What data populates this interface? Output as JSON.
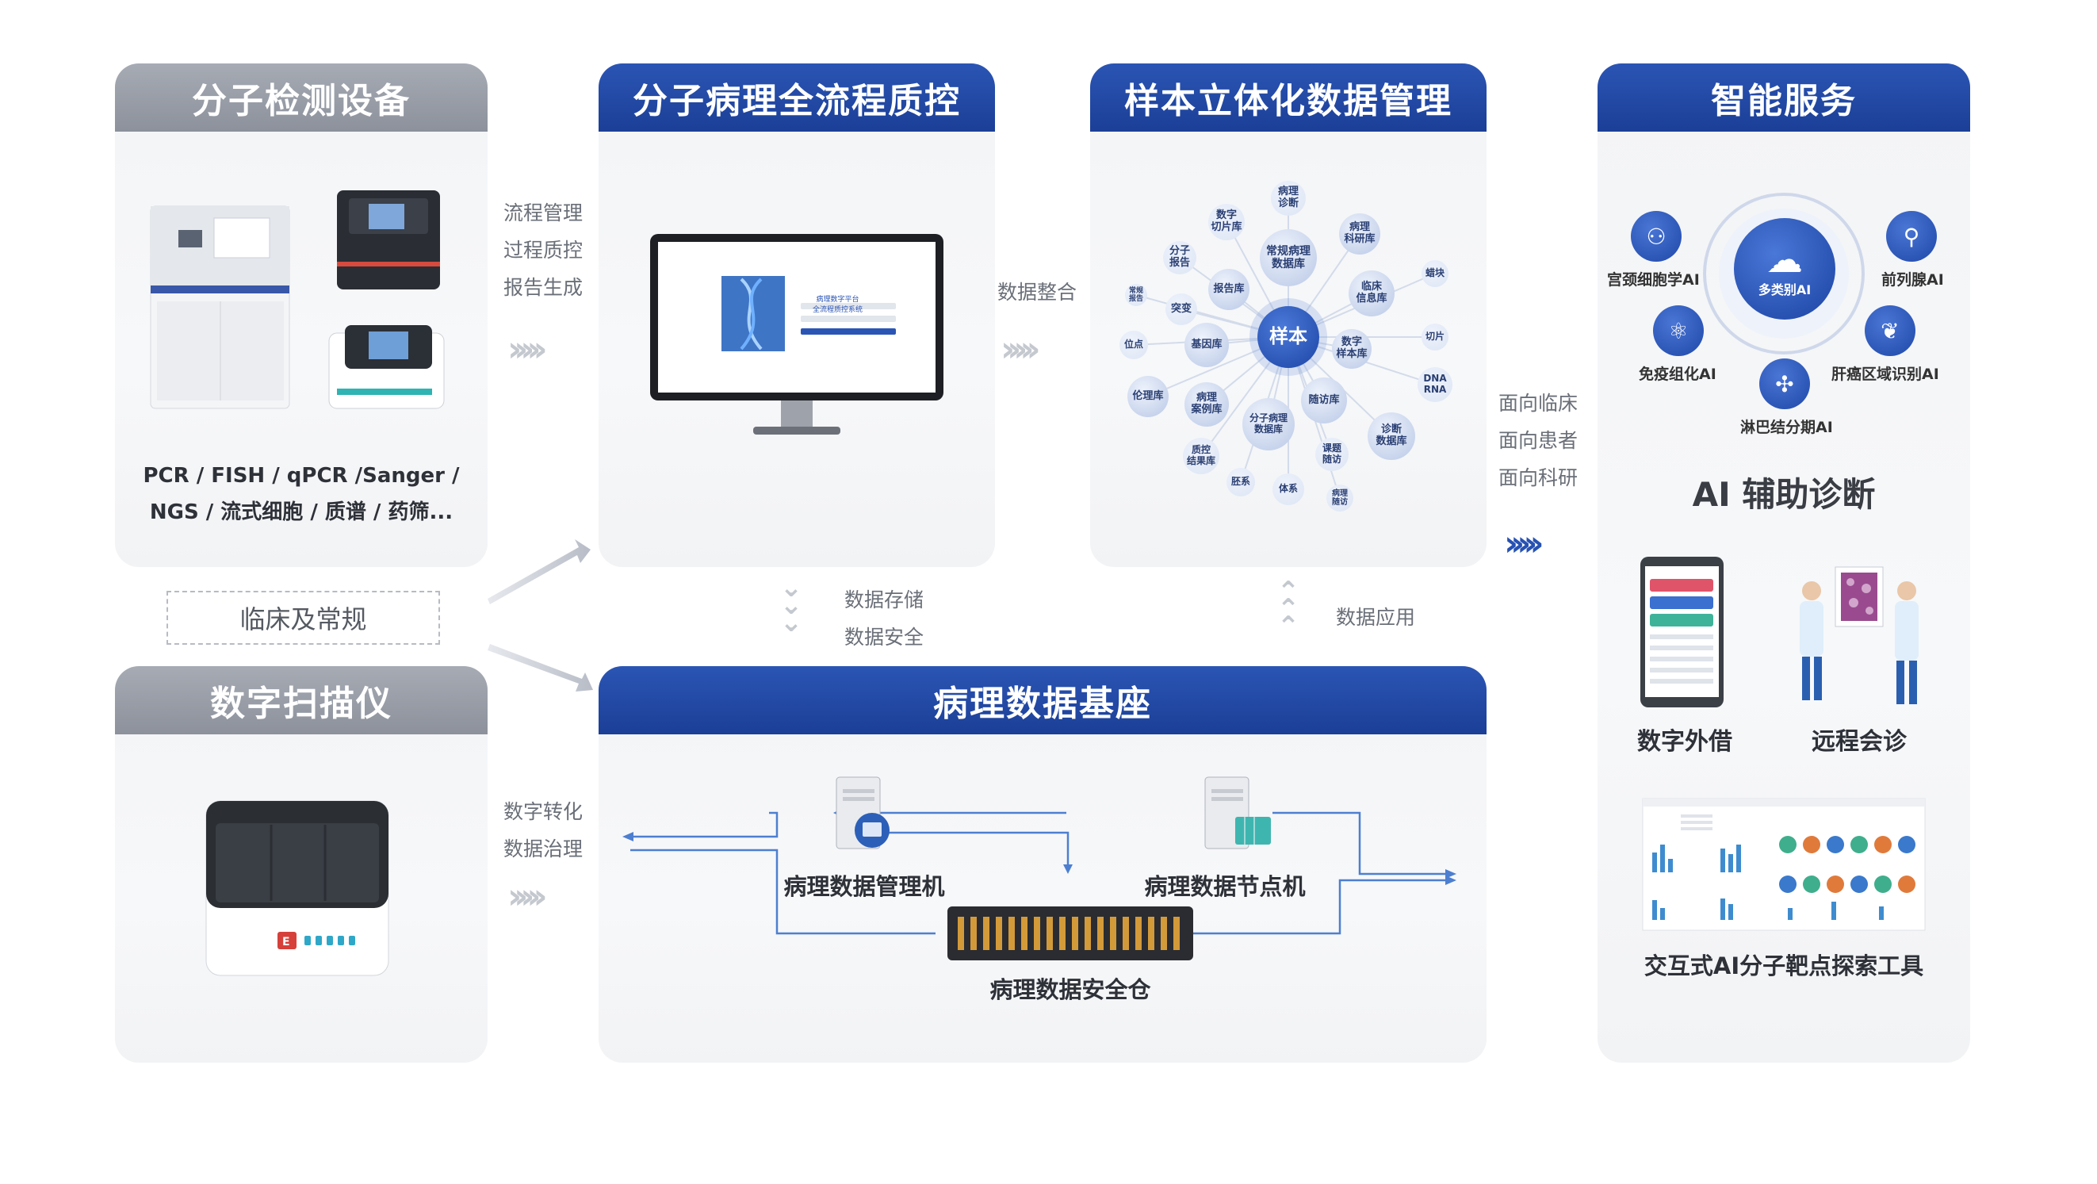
{
  "panels": {
    "molecular_devices": {
      "title": "分子检测设备",
      "caption_line1": "PCR / FISH / qPCR /Sanger /",
      "caption_line2": "NGS / 流式细胞 / 质谱 / 药筛..."
    },
    "digital_scanner": {
      "title": "数字扫描仪"
    },
    "qc": {
      "title": "分子病理全流程质控"
    },
    "sample_mgmt": {
      "title": "样本立体化数据管理"
    },
    "data_base": {
      "title": "病理数据基座",
      "mgmt_server": "病理数据管理机",
      "node_server": "病理数据节点机",
      "vault": "病理数据安全仓"
    },
    "smart_service": {
      "title": "智能服务",
      "ai_title": "AI 辅助诊断",
      "digital_lending": "数字外借",
      "remote_consult": "远程会诊",
      "interactive_tool": "交互式AI分子靶点探索工具"
    }
  },
  "labels": {
    "clinical_routine": "临床及常规",
    "flow_top": [
      "流程管理",
      "过程质控",
      "报告生成"
    ],
    "flow_bottom": [
      "数字转化",
      "数据治理"
    ],
    "data_integration": "数据整合",
    "storage": [
      "数据存储",
      "数据安全"
    ],
    "application": "数据应用",
    "facing": [
      "面向临床",
      "面向患者",
      "面向科研"
    ],
    "monitor_login": "病理数字平台\n全流程质控系统"
  },
  "ai_items": {
    "center": "多类别AI",
    "cervical": "宫颈细胞学AI",
    "prostate": "前列腺AI",
    "immuno": "免疫组化AI",
    "liver": "肝癌区域识别AI",
    "lymph": "淋巴结分期AI"
  },
  "bubbles": {
    "center": "样本",
    "items": [
      "病理\n诊断",
      "数字\n切片库",
      "病理\n科研库",
      "常规病理\n数据库",
      "分子\n报告",
      "蜡块",
      "报告库",
      "临床\n信息库",
      "常规\n报告",
      "突变",
      "切片",
      "位点",
      "基因库",
      "数字\n样本库",
      "DNA\nRNA",
      "伦理库",
      "病理\n案例库",
      "随访库",
      "分子病理\n数据库",
      "诊断\n数据库",
      "质控\n结果库",
      "课题\n随访",
      "胚系",
      "体系",
      "病理\n随访"
    ]
  },
  "colors": {
    "brand_blue": "#1e47a6",
    "header_gray": "#959aa4",
    "bubble_blue": "#2a56b8"
  }
}
